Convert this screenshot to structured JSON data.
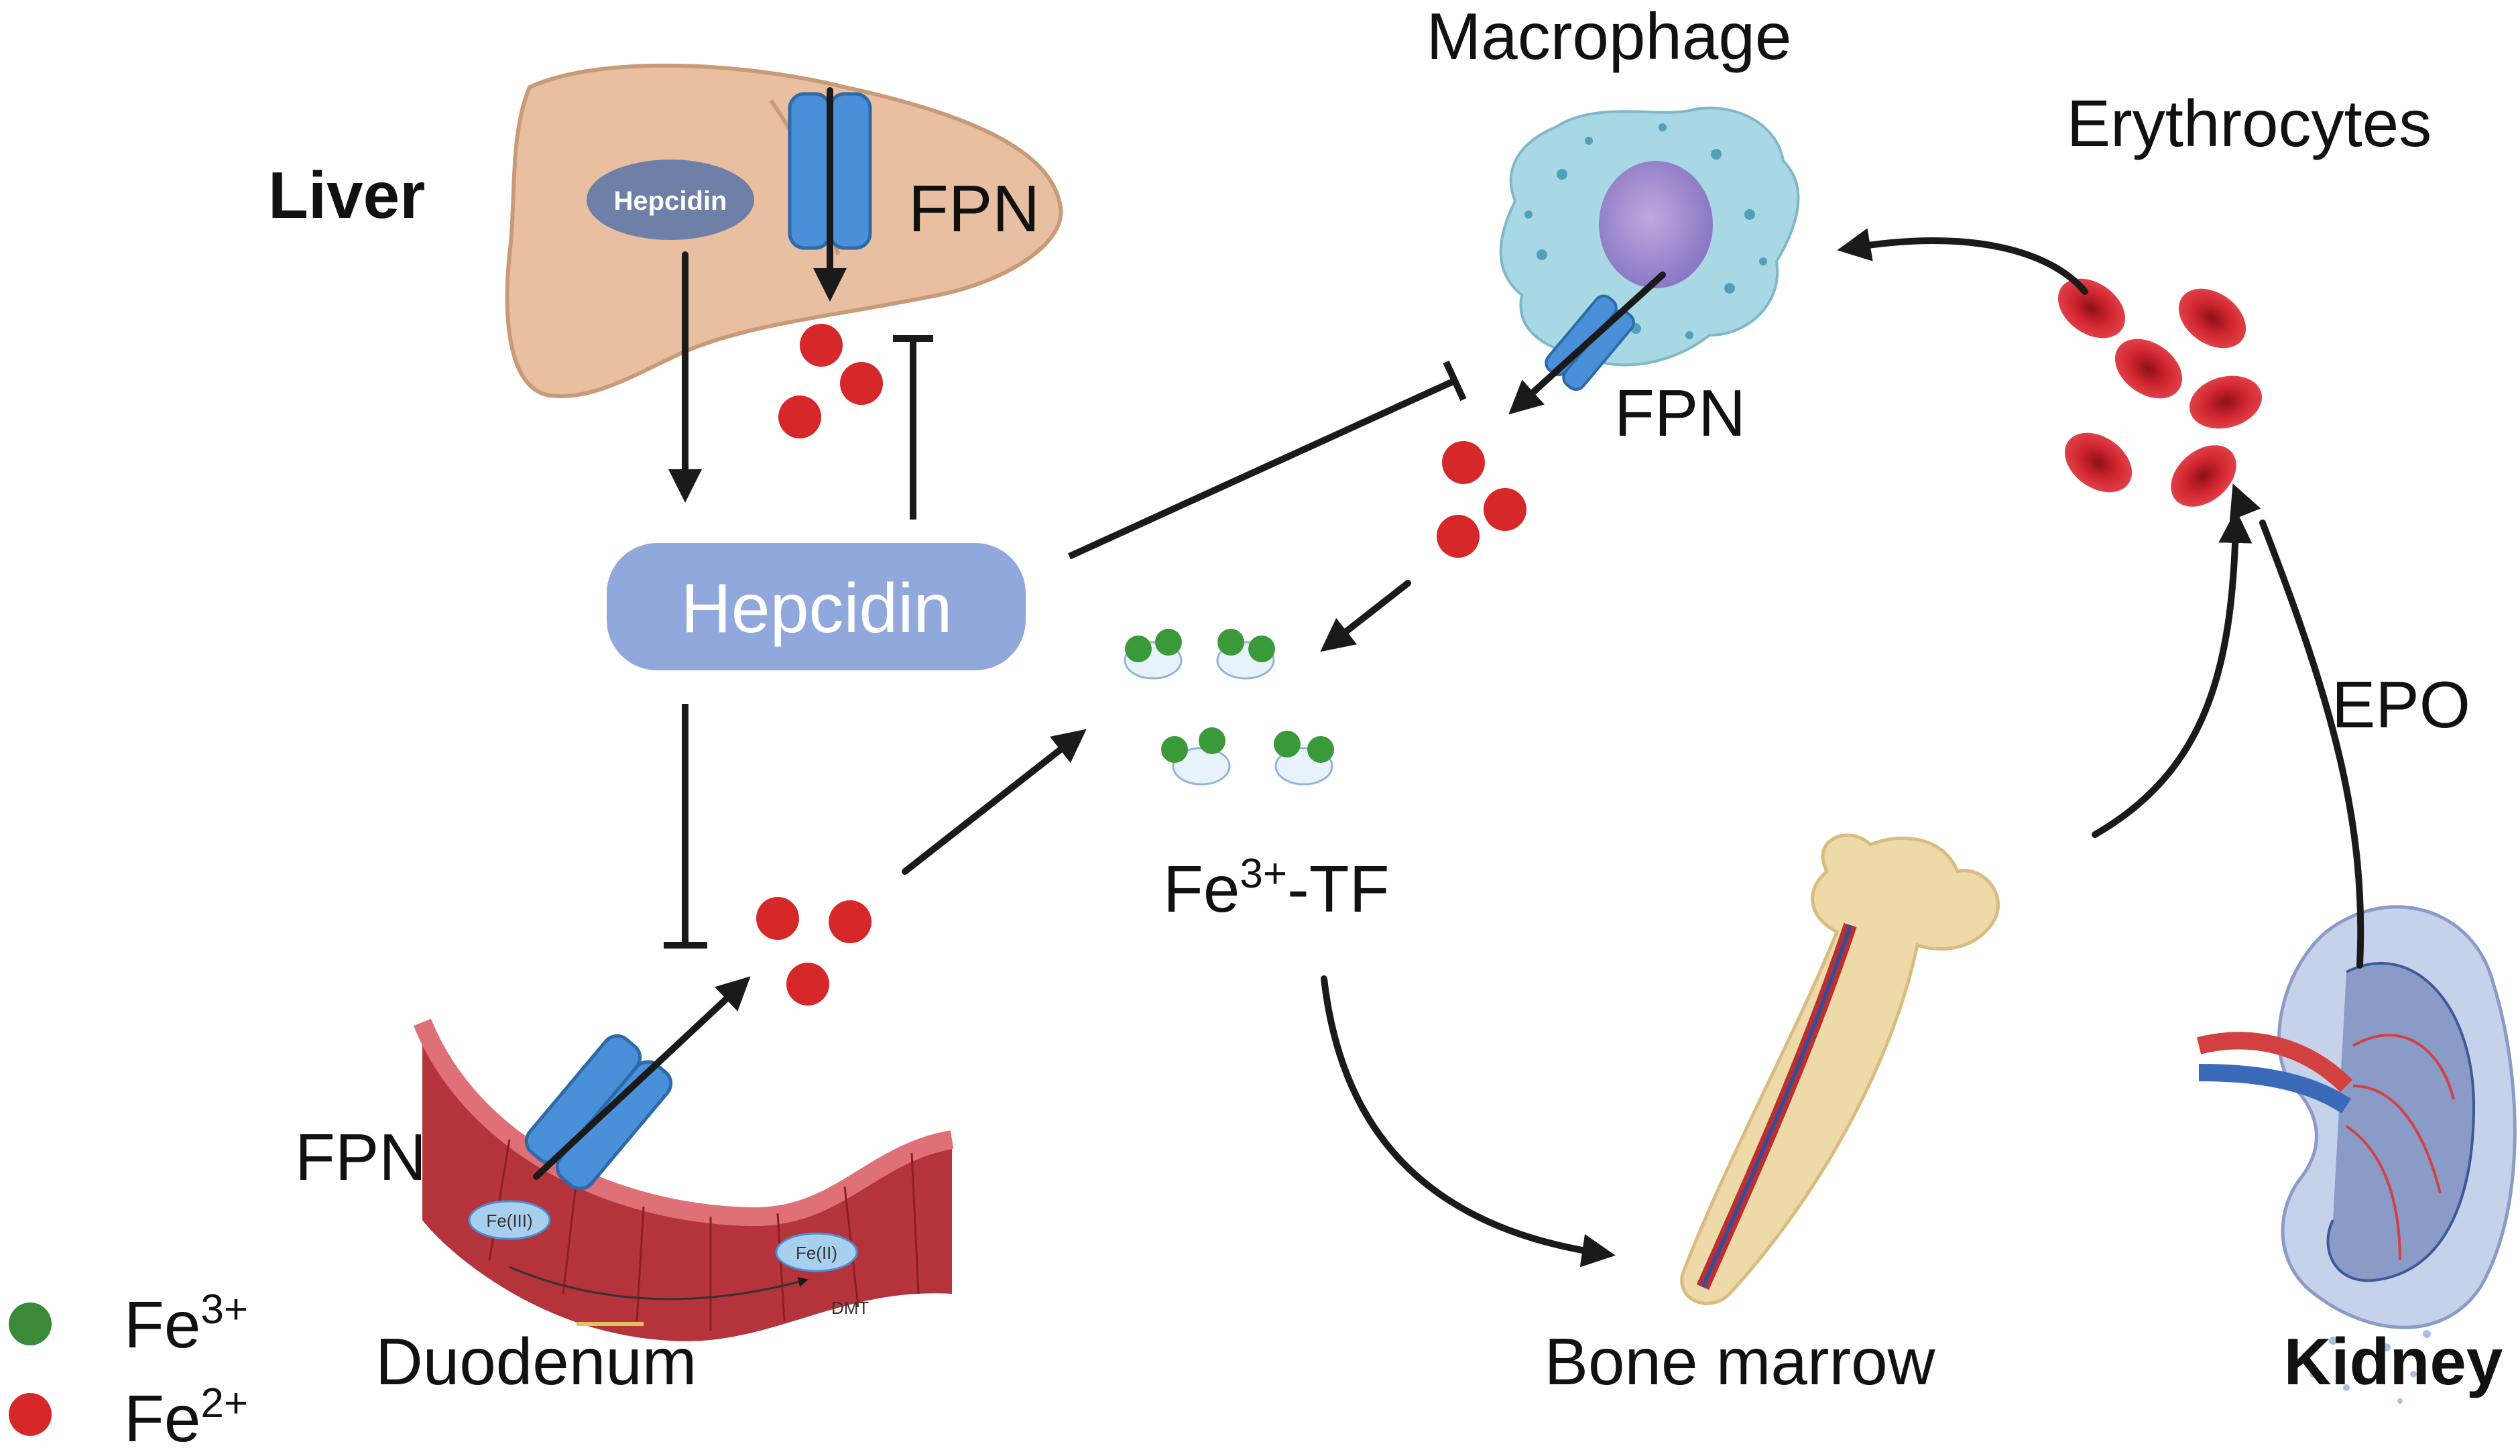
{
  "labels": {
    "liver": "Liver",
    "fpn_liver": "FPN",
    "hepcidin_in_liver": "Hepcidin",
    "hepcidin_center": "Hepcidin",
    "macrophage": "Macrophage",
    "fpn_macrophage": "FPN",
    "erythrocytes": "Erythrocytes",
    "epo": "EPO",
    "fe_tf_base": "Fe",
    "fe_tf_sup": "3+",
    "fe_tf_tail": "-TF",
    "fpn_duodenum": "FPN",
    "duodenum": "Duodenum",
    "bone_marrow": "Bone marrow",
    "kidney": "Kidney",
    "fe3_enzyme_label": "Fe(III)",
    "fe2_enzyme_label": "Fe(II)",
    "dmt_label": "DMT"
  },
  "legend": [
    {
      "name": "fe3",
      "base": "Fe",
      "sup": "3+",
      "color": "#3a8a3a"
    },
    {
      "name": "fe2",
      "base": "Fe",
      "sup": "2+",
      "color": "#d62828"
    }
  ],
  "colors": {
    "fe2": "#d62828",
    "fe3": "#3a9a3a",
    "fpn": "#4a90d9",
    "hepcidin": "#90a8dc",
    "liver": "#e8bfa0",
    "duodenum": "#b5333a",
    "bone": "#eed9a9",
    "macrophage": "#a8d8e4",
    "erythrocyte": "#d0242e",
    "kidney": "#8a9bc8"
  }
}
